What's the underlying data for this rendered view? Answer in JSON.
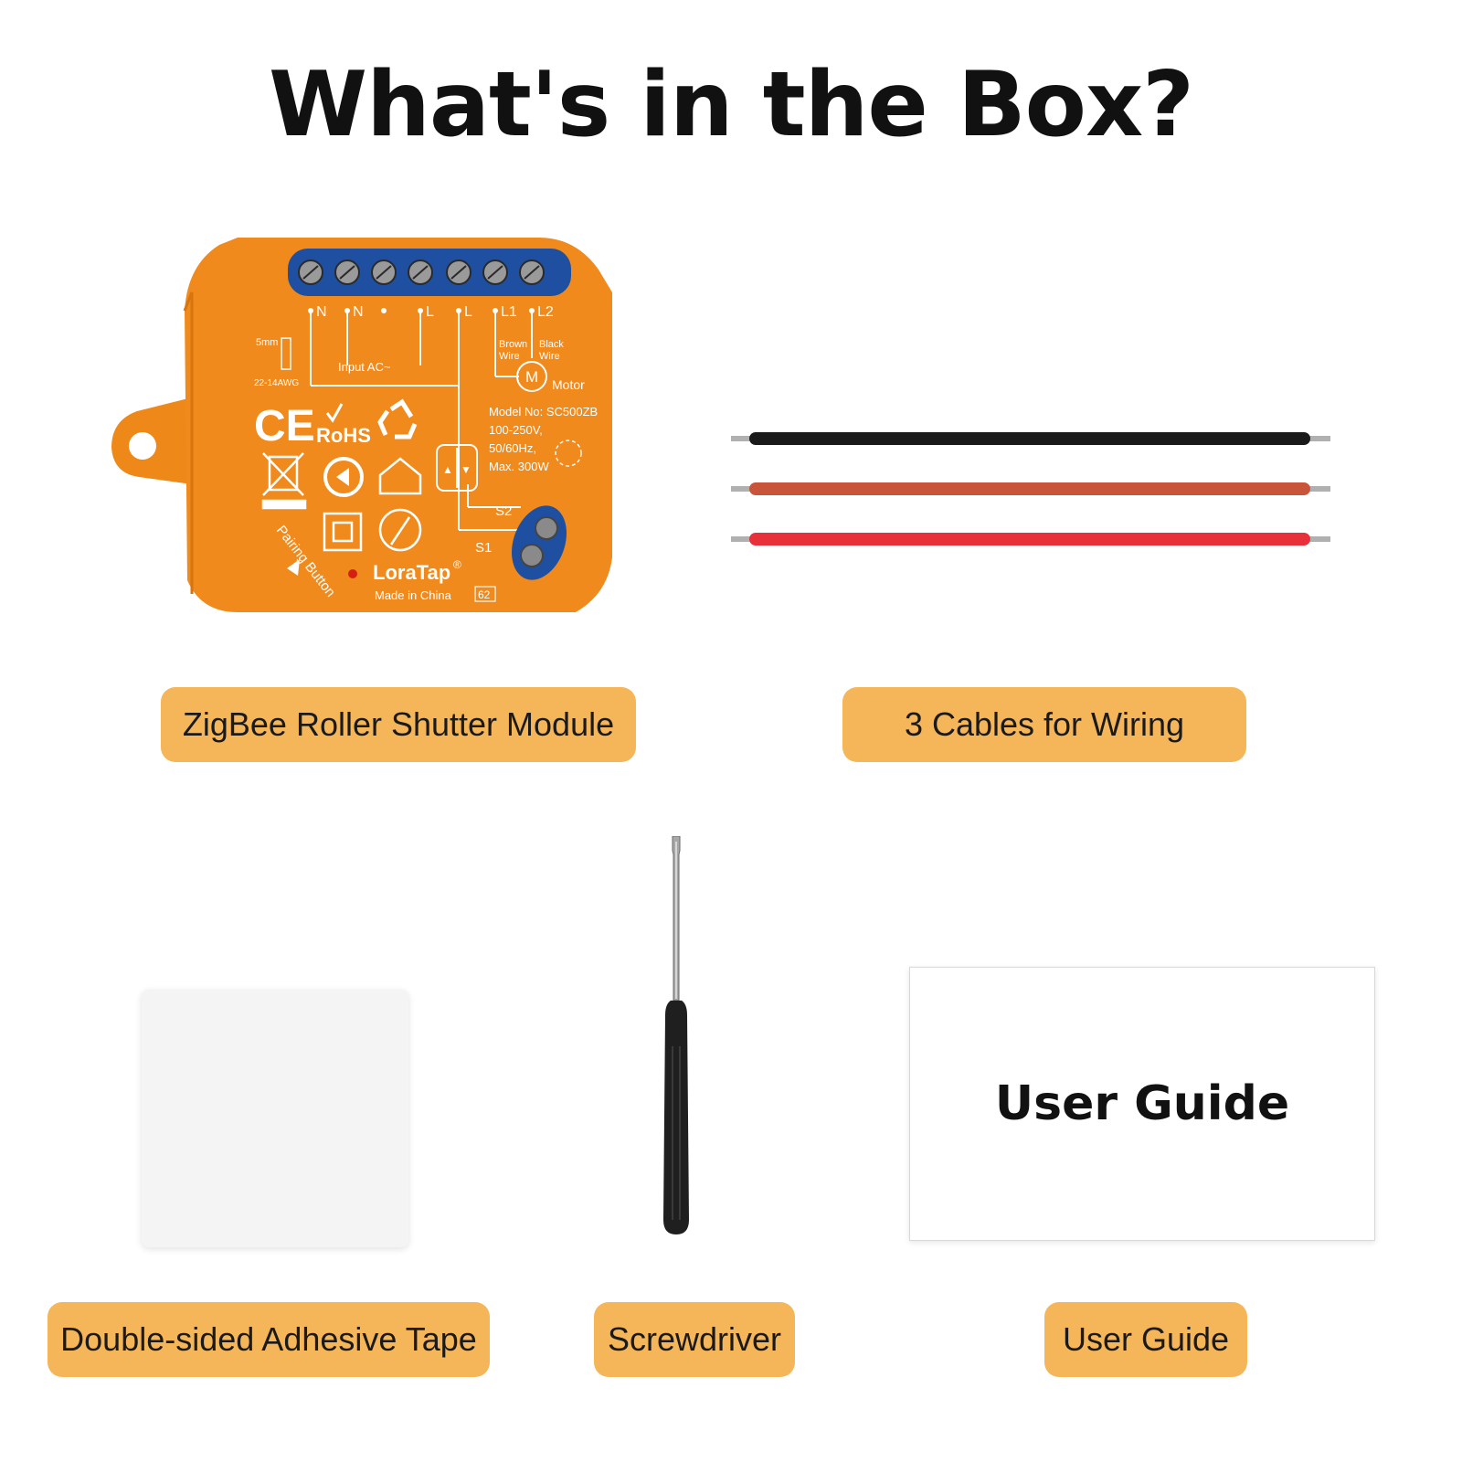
{
  "title": "What's in the Box?",
  "colors": {
    "label_bg": "#f5b65a",
    "module_body": "#f08a1c",
    "terminal_block": "#1e4fa0",
    "cable_colors": [
      "#1a1a1a",
      "#c8553a",
      "#e8303a"
    ]
  },
  "items": [
    {
      "label": "ZigBee Roller Shutter Module",
      "icon": "roller-shutter-module"
    },
    {
      "label": "3 Cables for Wiring",
      "icon": "wiring-cables"
    },
    {
      "label": "Double-sided Adhesive Tape",
      "icon": "adhesive-tape"
    },
    {
      "label": "Screwdriver",
      "icon": "screwdriver"
    },
    {
      "label": "User Guide",
      "icon": "user-guide"
    }
  ],
  "user_guide_card": {
    "text": "User Guide"
  },
  "module": {
    "terminals": [
      "N",
      "N",
      "",
      "L",
      "L",
      "L1",
      "L2"
    ],
    "wire_size": "5mm",
    "awg": "22-14AWG",
    "brown_wire": [
      "Brown",
      "Wire"
    ],
    "black_wire": [
      "Black",
      "Wire"
    ],
    "input": "Input AC~",
    "motor_symbol": "M",
    "motor_label": "Motor",
    "specs": [
      "Model No: SC500ZB",
      "100-250V,",
      "50/60Hz,",
      "Max. 300W"
    ],
    "ce": "CE",
    "rohs": "RoHS",
    "switch_terminals": [
      "S2",
      "S1"
    ],
    "pairing_button": "Pairing Button",
    "brand": "LoraTap",
    "brand_mark": "®",
    "origin": "Made in China",
    "rating": "62"
  }
}
